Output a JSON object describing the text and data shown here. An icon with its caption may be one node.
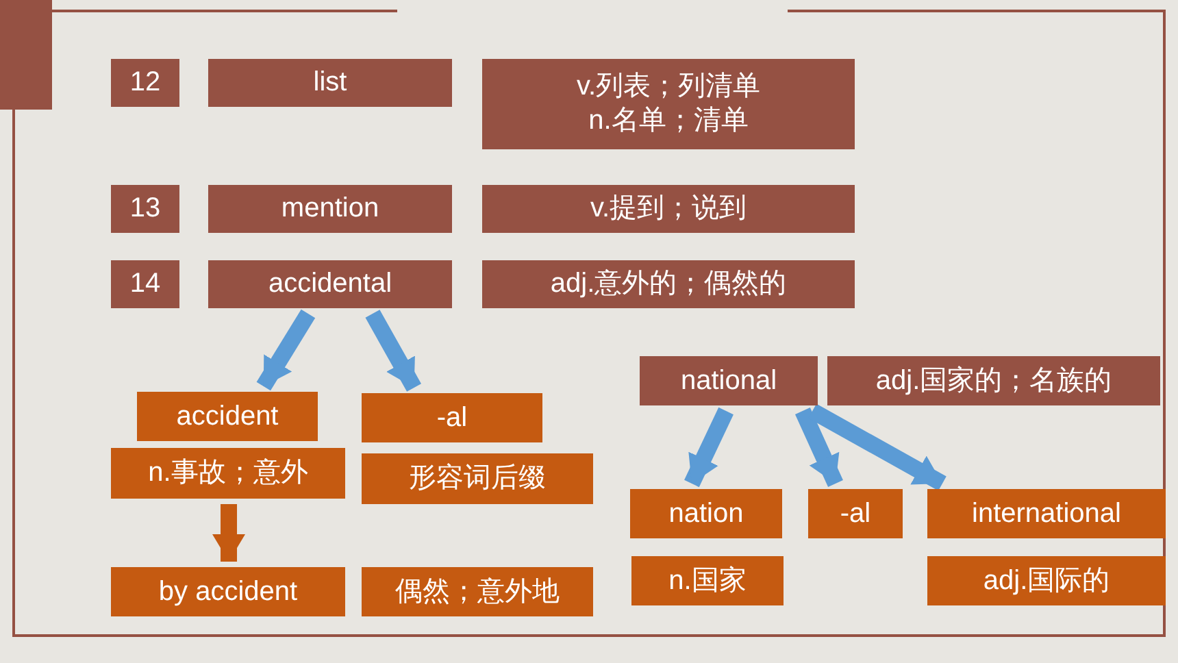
{
  "diagram": {
    "nodes": [
      {
        "text": [
          "12"
        ]
      },
      {
        "text": [
          "list"
        ]
      },
      {
        "text": [
          "v.列表；列清单 n.名单；清单"
        ]
      },
      {
        "text": [
          "13"
        ]
      },
      {
        "text": [
          "mention"
        ]
      },
      {
        "text": [
          "v.提到；说到"
        ]
      },
      {
        "text": [
          "14"
        ]
      },
      {
        "text": [
          "accidental"
        ]
      },
      {
        "text": [
          "adj.意外的；偶然的"
        ]
      },
      {
        "text": [
          "accident"
        ]
      },
      {
        "text": [
          "-al"
        ]
      },
      {
        "text": [
          "n.事故；意外"
        ]
      },
      {
        "text": [
          "形容词后缀"
        ]
      },
      {
        "text": [
          "by accident"
        ]
      },
      {
        "text": [
          "偶然；意外地"
        ]
      },
      {
        "text": [
          "national"
        ]
      },
      {
        "text": [
          "adj.国家的；名族的"
        ]
      },
      {
        "text": [
          "nation"
        ]
      },
      {
        "text": [
          "-al"
        ]
      },
      {
        "text": [
          "international"
        ]
      },
      {
        "text": [
          "n.国家"
        ]
      },
      {
        "text": [
          "adj.国际的"
        ]
      }
    ],
    "edges": [
      {
        "from": 7,
        "to": 9,
        "arrow": "to"
      },
      {
        "from": 7,
        "to": 10,
        "arrow": "to"
      },
      {
        "from": 11,
        "to": 13,
        "arrow": "to",
        "color": "#c55a11"
      },
      {
        "from": 15,
        "to": 17,
        "arrow": "to"
      },
      {
        "from": 15,
        "to": 18,
        "arrow": "to"
      },
      {
        "from": 15,
        "to": 19,
        "arrow": "to"
      }
    ]
  }
}
